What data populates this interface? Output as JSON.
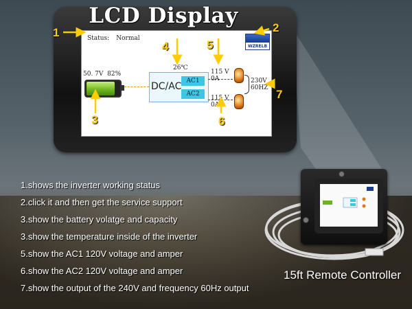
{
  "title": "LCD Display",
  "screen": {
    "status_label": "Status:",
    "status_value": "Normal",
    "logo_text": "WZRELB",
    "battery_voltage": "50. 7V",
    "battery_capacity": "82%",
    "battery_fill_fraction": 0.82,
    "temperature": "26℃",
    "converter_label": "DC/AC",
    "ac1_label": "AC1",
    "ac2_label": "AC2",
    "ac1_voltage": "115 V",
    "ac1_current": "0A",
    "ac2_voltage": "115 V",
    "ac2_current": "0A",
    "output_voltage": "230V",
    "output_frequency": "60HZ"
  },
  "callout_numbers": [
    "1",
    "2",
    "3",
    "4",
    "5",
    "6",
    "7"
  ],
  "descriptions": [
    "1.shows the inverter working status",
    "2.click it and then get the service support",
    "3.show the battery volatge and capacity",
    "3.show the temperature inside of the inverter",
    "5.show the AC1 120V voltage and amper",
    "6.show the AC2 120V voltage and amper",
    "7.show the output of the 240V and frequency 60Hz output"
  ],
  "remote_caption": "15ft Remote Controller",
  "colors": {
    "arrow": "#ffcc00",
    "ac_box": "#3ec6e6",
    "battery": "#6cb41e"
  }
}
